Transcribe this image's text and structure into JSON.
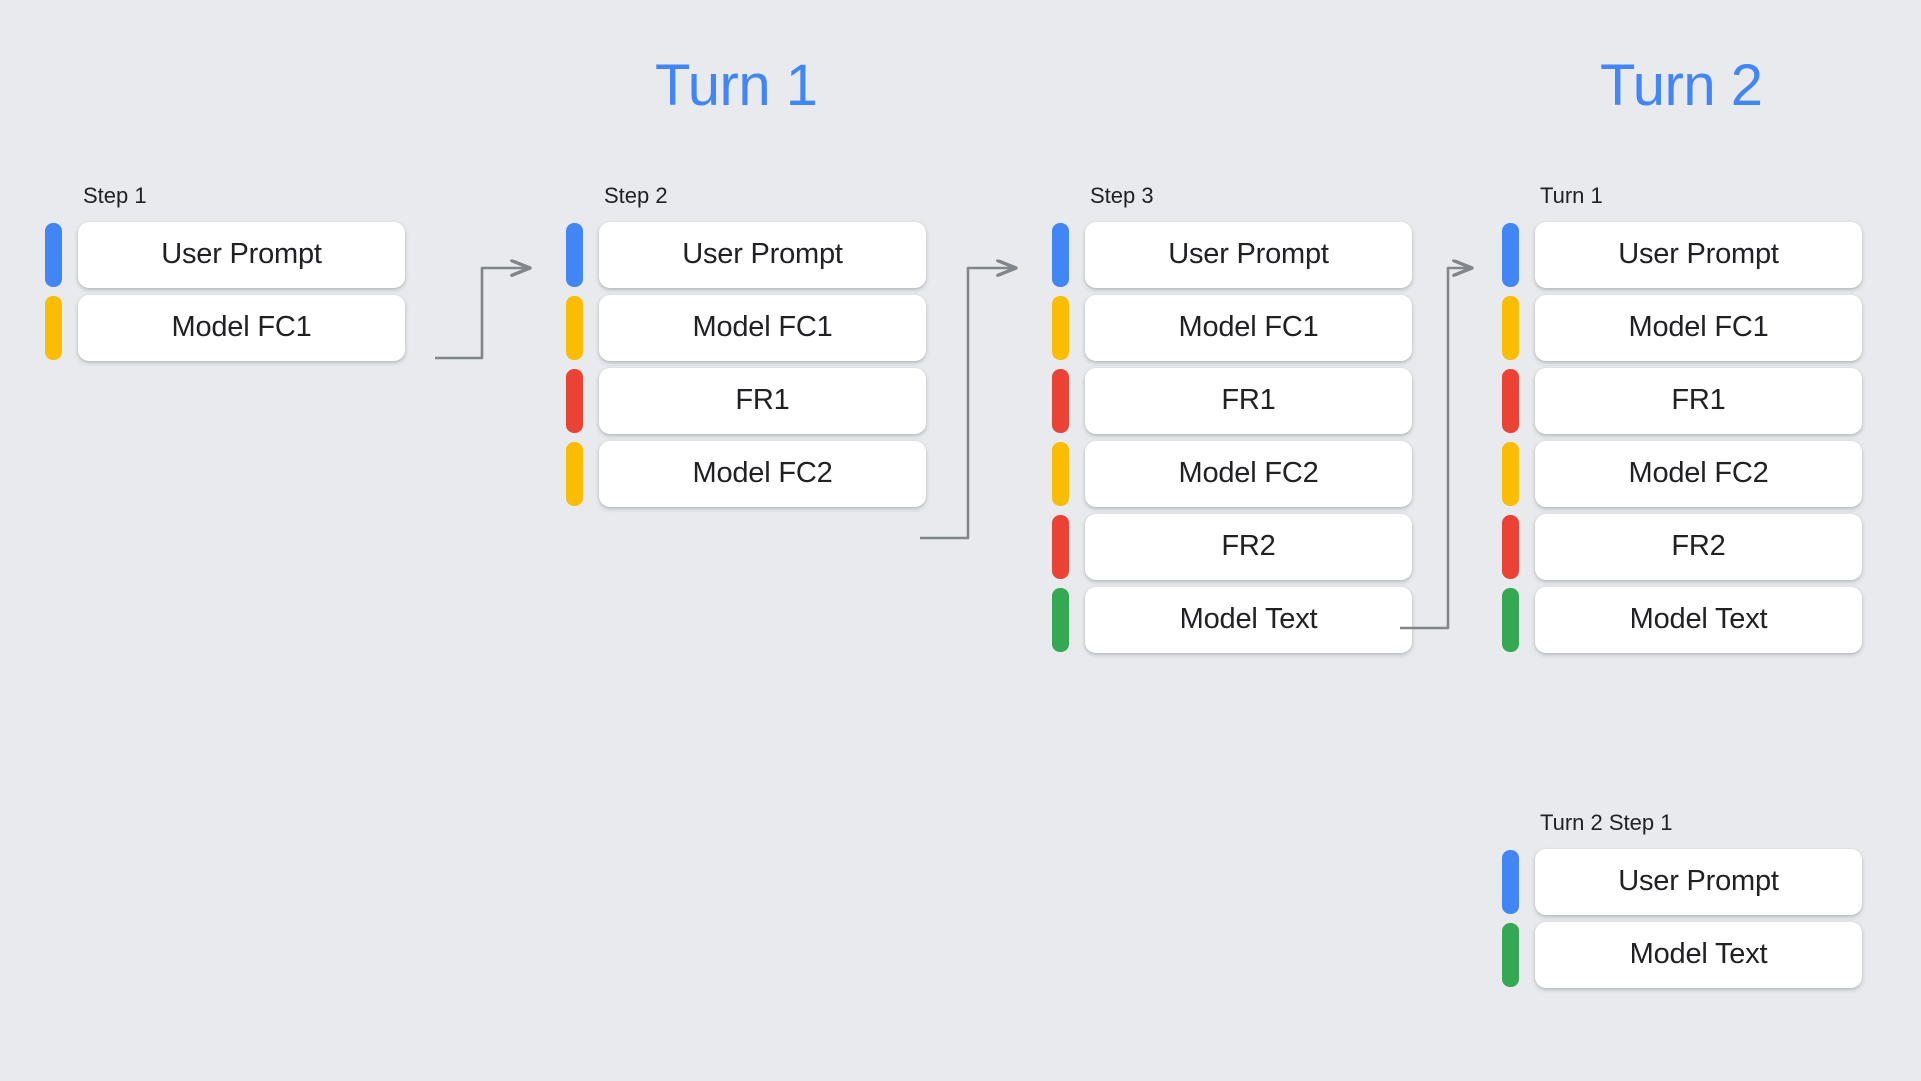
{
  "background_color": "#e8eaed",
  "palette": {
    "blue": "#4285f4",
    "yellow": "#fbbc04",
    "red": "#ea4335",
    "green": "#34a853",
    "title_color": "#4285f4",
    "card_background": "#ffffff",
    "text_color": "#202124",
    "connector_color": "#80868b"
  },
  "titles": {
    "turn1": "Turn 1",
    "turn2": "Turn 2"
  },
  "columns": [
    {
      "label": "Step 1",
      "rows": [
        {
          "color": "blue",
          "label": "User Prompt"
        },
        {
          "color": "yellow",
          "label": "Model FC1"
        }
      ]
    },
    {
      "label": "Step 2",
      "rows": [
        {
          "color": "blue",
          "label": "User Prompt"
        },
        {
          "color": "yellow",
          "label": "Model FC1"
        },
        {
          "color": "red",
          "label": "FR1"
        },
        {
          "color": "yellow",
          "label": "Model FC2"
        }
      ]
    },
    {
      "label": "Step 3",
      "rows": [
        {
          "color": "blue",
          "label": "User Prompt"
        },
        {
          "color": "yellow",
          "label": "Model FC1"
        },
        {
          "color": "red",
          "label": "FR1"
        },
        {
          "color": "yellow",
          "label": "Model FC2"
        },
        {
          "color": "red",
          "label": "FR2"
        },
        {
          "color": "green",
          "label": "Model Text"
        }
      ]
    },
    {
      "label": "Turn 1",
      "rows": [
        {
          "color": "blue",
          "label": "User Prompt"
        },
        {
          "color": "yellow",
          "label": "Model FC1"
        },
        {
          "color": "red",
          "label": "FR1"
        },
        {
          "color": "yellow",
          "label": "Model FC2"
        },
        {
          "color": "red",
          "label": "FR2"
        },
        {
          "color": "green",
          "label": "Model Text"
        }
      ]
    },
    {
      "label": "Turn 2 Step 1",
      "rows": [
        {
          "color": "blue",
          "label": "User Prompt"
        },
        {
          "color": "green",
          "label": "Model Text"
        }
      ]
    }
  ],
  "connectors": [
    {
      "name": "arrow-step1-to-step2",
      "from_row": "Model FC1",
      "to_row": "User Prompt"
    },
    {
      "name": "arrow-step2-to-step3",
      "from_row": "Model FC2",
      "to_row": "User Prompt"
    },
    {
      "name": "arrow-step3-to-turn1",
      "from_row": "FR2",
      "to_row": "User Prompt"
    }
  ]
}
